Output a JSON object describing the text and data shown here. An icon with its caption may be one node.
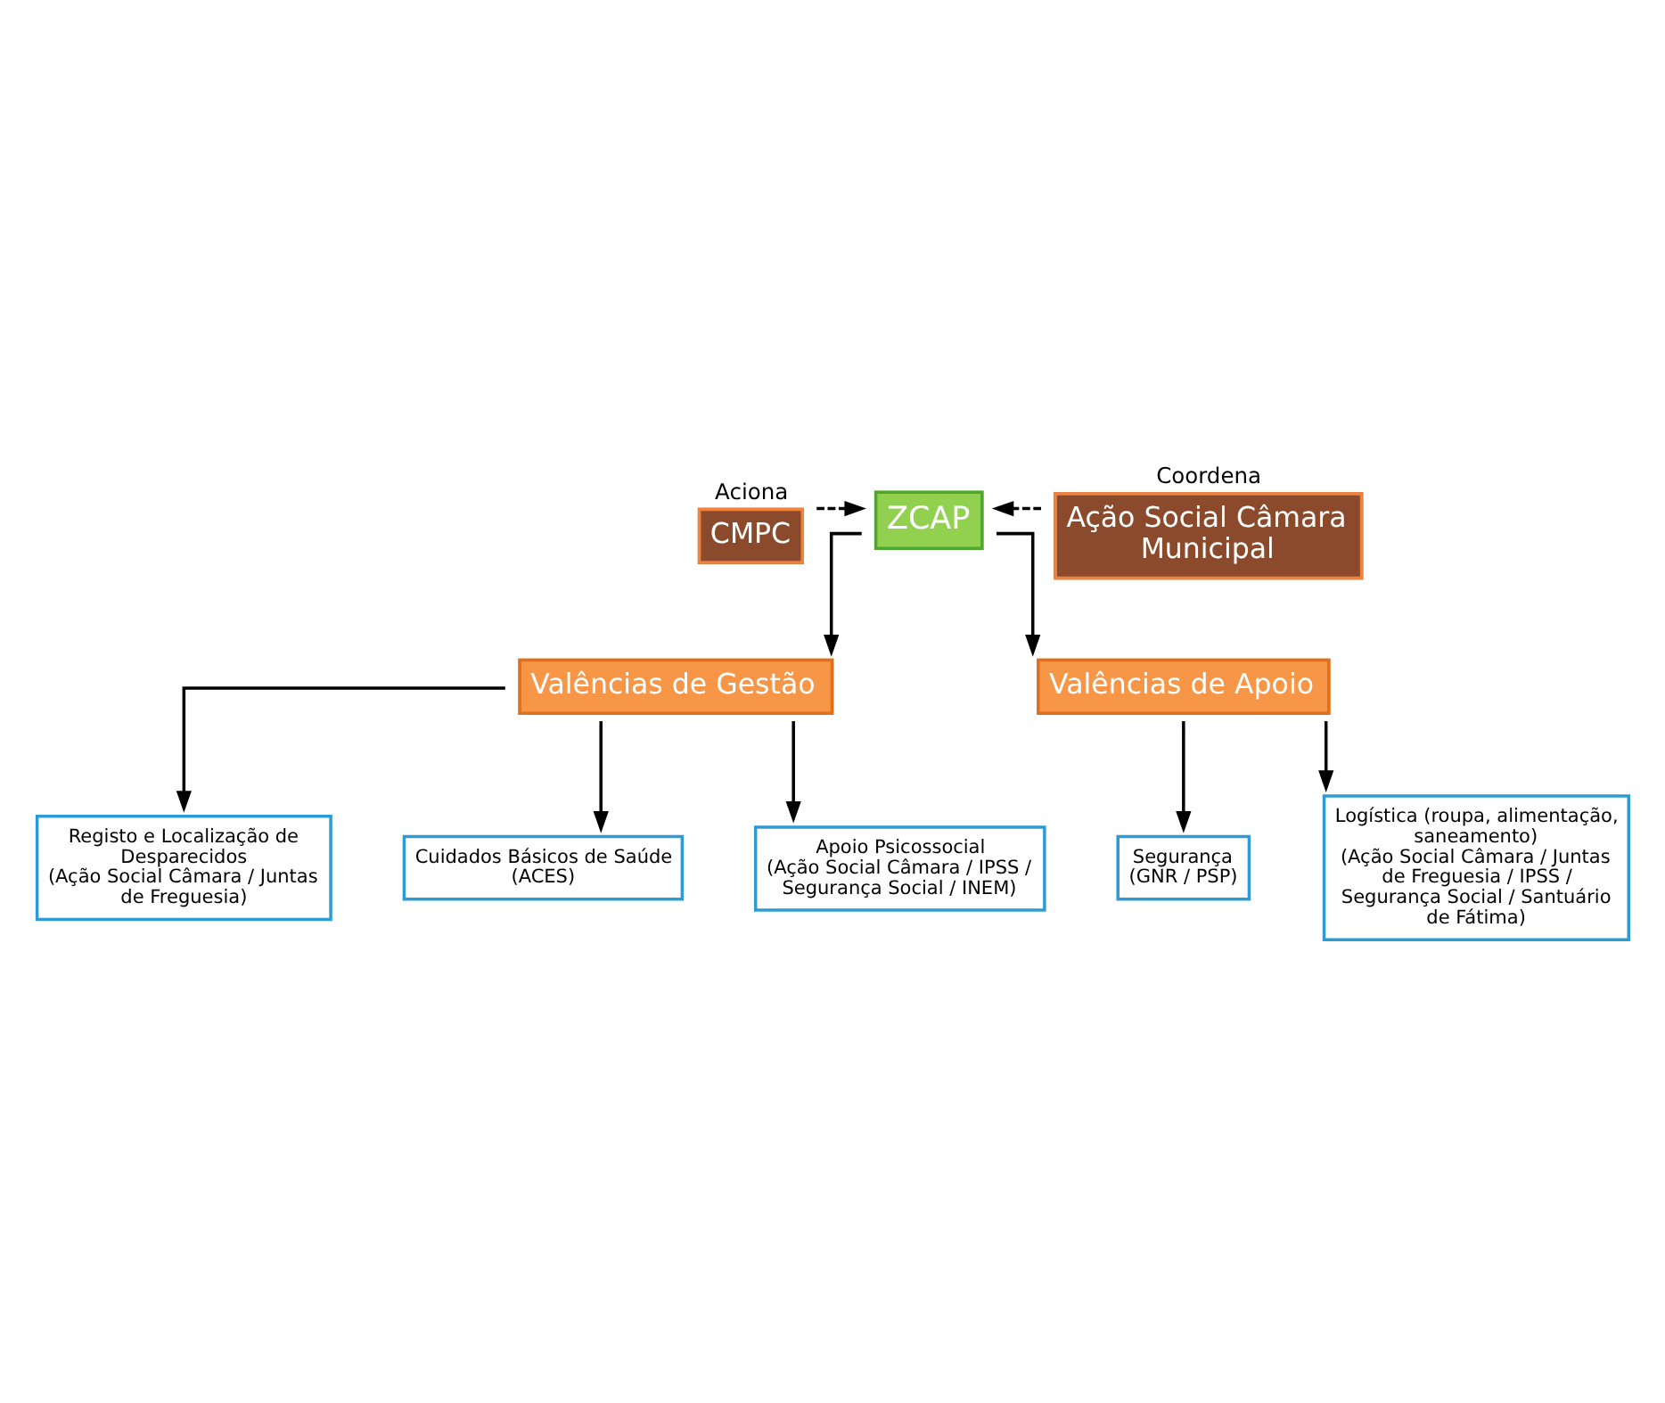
{
  "diagram": {
    "nodes": [
      {
        "text": [
          "CMPC"
        ],
        "beside": [
          "Aciona"
        ]
      },
      {
        "text": [
          "ZCAP"
        ]
      },
      {
        "text": [
          "Ação Social Câmara Municipal"
        ],
        "beside": [
          "Coordena"
        ]
      },
      {
        "text": [
          "Valências de Gestão"
        ]
      },
      {
        "text": [
          "Valências de Apoio"
        ]
      },
      {
        "text": [
          "Registo e Localização de Desparecidos",
          "(Ação Social Câmara / Juntas de Freguesia)"
        ]
      },
      {
        "text": [
          "Cuidados Básicos de Saúde",
          "(ACES)"
        ]
      },
      {
        "text": [
          "Apoio Psicossocial",
          "(Ação Social Câmara / IPSS / Segurança Social / INEM)"
        ]
      },
      {
        "text": [
          "Segurança",
          "(GNR / PSP)"
        ]
      },
      {
        "text": [
          "Logística (roupa, alimentação, saneamento)",
          "(Ação Social Câmara / Juntas de Freguesia / IPSS / Segurança Social / Santuário de Fátima)"
        ]
      }
    ],
    "edges": [
      {
        "from": 0,
        "to": 1,
        "arrow": "to",
        "style": "dashed"
      },
      {
        "from": 2,
        "to": 1,
        "arrow": "to",
        "style": "dashed"
      },
      {
        "from": 1,
        "to": 3,
        "arrow": "to"
      },
      {
        "from": 1,
        "to": 4,
        "arrow": "to"
      },
      {
        "from": 3,
        "to": 5,
        "arrow": "to"
      },
      {
        "from": 3,
        "to": 6,
        "arrow": "to"
      },
      {
        "from": 3,
        "to": 7,
        "arrow": "to"
      },
      {
        "from": 4,
        "to": 8,
        "arrow": "to"
      },
      {
        "from": 4,
        "to": 9,
        "arrow": "to"
      }
    ]
  }
}
